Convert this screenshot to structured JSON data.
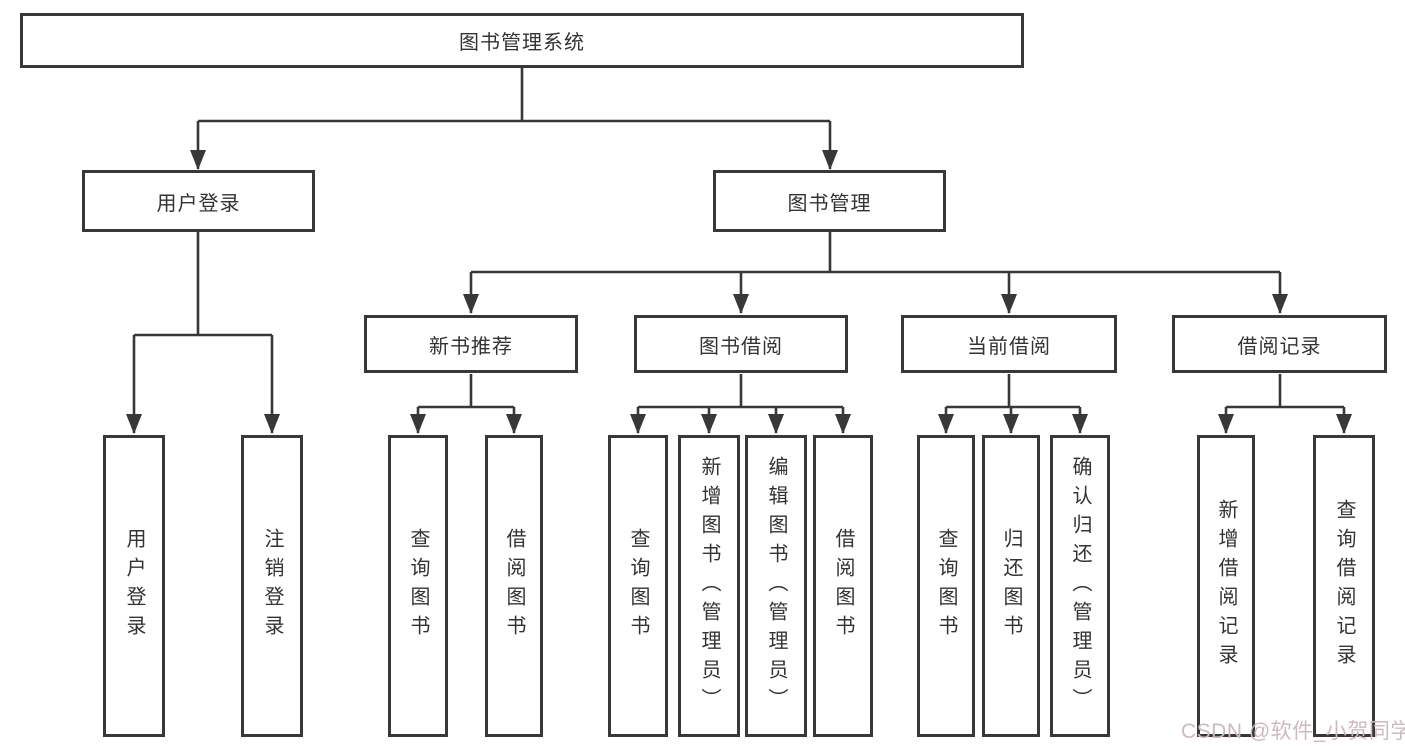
{
  "tree": {
    "root": "图书管理系统",
    "children": [
      {
        "label": "用户登录",
        "children": [
          {
            "label": "用户登录"
          },
          {
            "label": "注销登录"
          }
        ]
      },
      {
        "label": "图书管理",
        "children": [
          {
            "label": "新书推荐",
            "children": [
              {
                "label": "查询图书"
              },
              {
                "label": "借阅图书"
              }
            ]
          },
          {
            "label": "图书借阅",
            "children": [
              {
                "label": "查询图书"
              },
              {
                "label": "新增图书（管理员）"
              },
              {
                "label": "编辑图书（管理员）"
              },
              {
                "label": "借阅图书"
              }
            ]
          },
          {
            "label": "当前借阅",
            "children": [
              {
                "label": "查询图书"
              },
              {
                "label": "归还图书"
              },
              {
                "label": "确认归还（管理员）"
              }
            ]
          },
          {
            "label": "借阅记录",
            "children": [
              {
                "label": "新增借阅记录"
              },
              {
                "label": "查询借阅记录"
              }
            ]
          }
        ]
      }
    ]
  },
  "watermark": {
    "text": "CSDN @软件_小贺同学"
  },
  "colors": {
    "line": "#383838",
    "box_border": "#383838",
    "box_background": "#ffffff",
    "text": "#333333",
    "watermark": "#cdbac0",
    "page_background": "#ffffff"
  }
}
